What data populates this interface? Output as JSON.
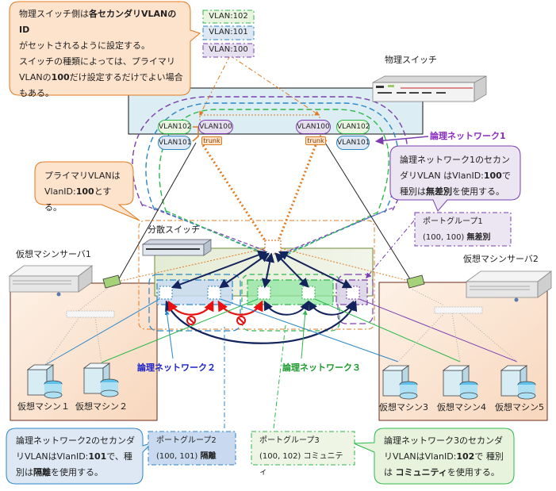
{
  "callouts": {
    "physical_switch_note": {
      "lines": [
        "物理スイッチ側は各セカンダリVLANのID",
        "がセットされるように設定する。",
        "スイッチの種類によっては、プライマリ",
        "VLANの100だけ設定するだけでよい場合",
        "もある。"
      ]
    },
    "primary_vlan_note": {
      "lines": [
        "プライマリVLANは",
        "VlanID:100とする。"
      ]
    },
    "network1_note": {
      "lines": [
        "論理ネットワーク1のセカン",
        "ダリVLAN はVlanID:100で",
        "種別は無差別を使用する。"
      ]
    },
    "network2_note": {
      "lines": [
        "論理ネットワーク2のセカンダ",
        "リVLANはVlanID:101で、種",
        "別は隔離を使用する。"
      ]
    },
    "network3_note": {
      "lines": [
        "論理ネットワーク3のセカンダ",
        "リVLANはVlanID:102で 種別",
        "は コミュニティを使用する。"
      ]
    }
  },
  "vlan_legend": [
    {
      "label": "VLAN:102",
      "color": "#2db84b",
      "fill": "#eaf5e0"
    },
    {
      "label": "VLAN:101",
      "color": "#2b86c8",
      "fill": "#dde8f4"
    },
    {
      "label": "VLAN:100",
      "color": "#7a3eb0",
      "fill": "#e6dff0"
    }
  ],
  "physical_switch": {
    "title": "物理スイッチ",
    "left_ports": {
      "vlan102": "VLAN102",
      "vlan101": "VLAN101",
      "vlan100": "VLAN100",
      "trunk": "trunk"
    },
    "right_ports": {
      "vlan102": "VLAN102",
      "vlan101": "VLAN101",
      "vlan100": "VLAN100",
      "trunk": "trunk"
    }
  },
  "distributed_switch": {
    "title": "分散スイッチ"
  },
  "servers": [
    {
      "title": "仮想マシンサーバ1",
      "vms": [
        "仮想マシン１",
        "仮想マシン２"
      ]
    },
    {
      "title": "仮想マシンサーバ2",
      "vms": [
        "仮想マシン3",
        "仮想マシン4",
        "仮想マシン5"
      ]
    }
  ],
  "networks": [
    {
      "label": "論理ネットワーク1",
      "color": "#8a2cc0"
    },
    {
      "label": "論理ネットワーク２",
      "color": "#1a22c8"
    },
    {
      "label": "論理ネットワーク３",
      "color": "#1a9a2a"
    }
  ],
  "port_groups": [
    {
      "name": "ポートグループ1",
      "detail": "(100, 100)",
      "type": "無差別",
      "color": "#7a3eb0",
      "fill": "#ece6f2"
    },
    {
      "name": "ポートグループ2",
      "detail": "(100, 101)",
      "type": "隔離",
      "color": "#2b86c8",
      "fill": "#c9daf0"
    },
    {
      "name": "ポートグループ3",
      "detail": "(100, 102)",
      "type": "コミュニティ",
      "color": "#2db84b",
      "fill": "#eef5e4"
    }
  ],
  "colors": {
    "orange": "#e07a20",
    "navy": "#13235c",
    "red": "#e81010",
    "purple": "#7a3eb0",
    "blue": "#2b86c8",
    "green": "#2db84b"
  }
}
